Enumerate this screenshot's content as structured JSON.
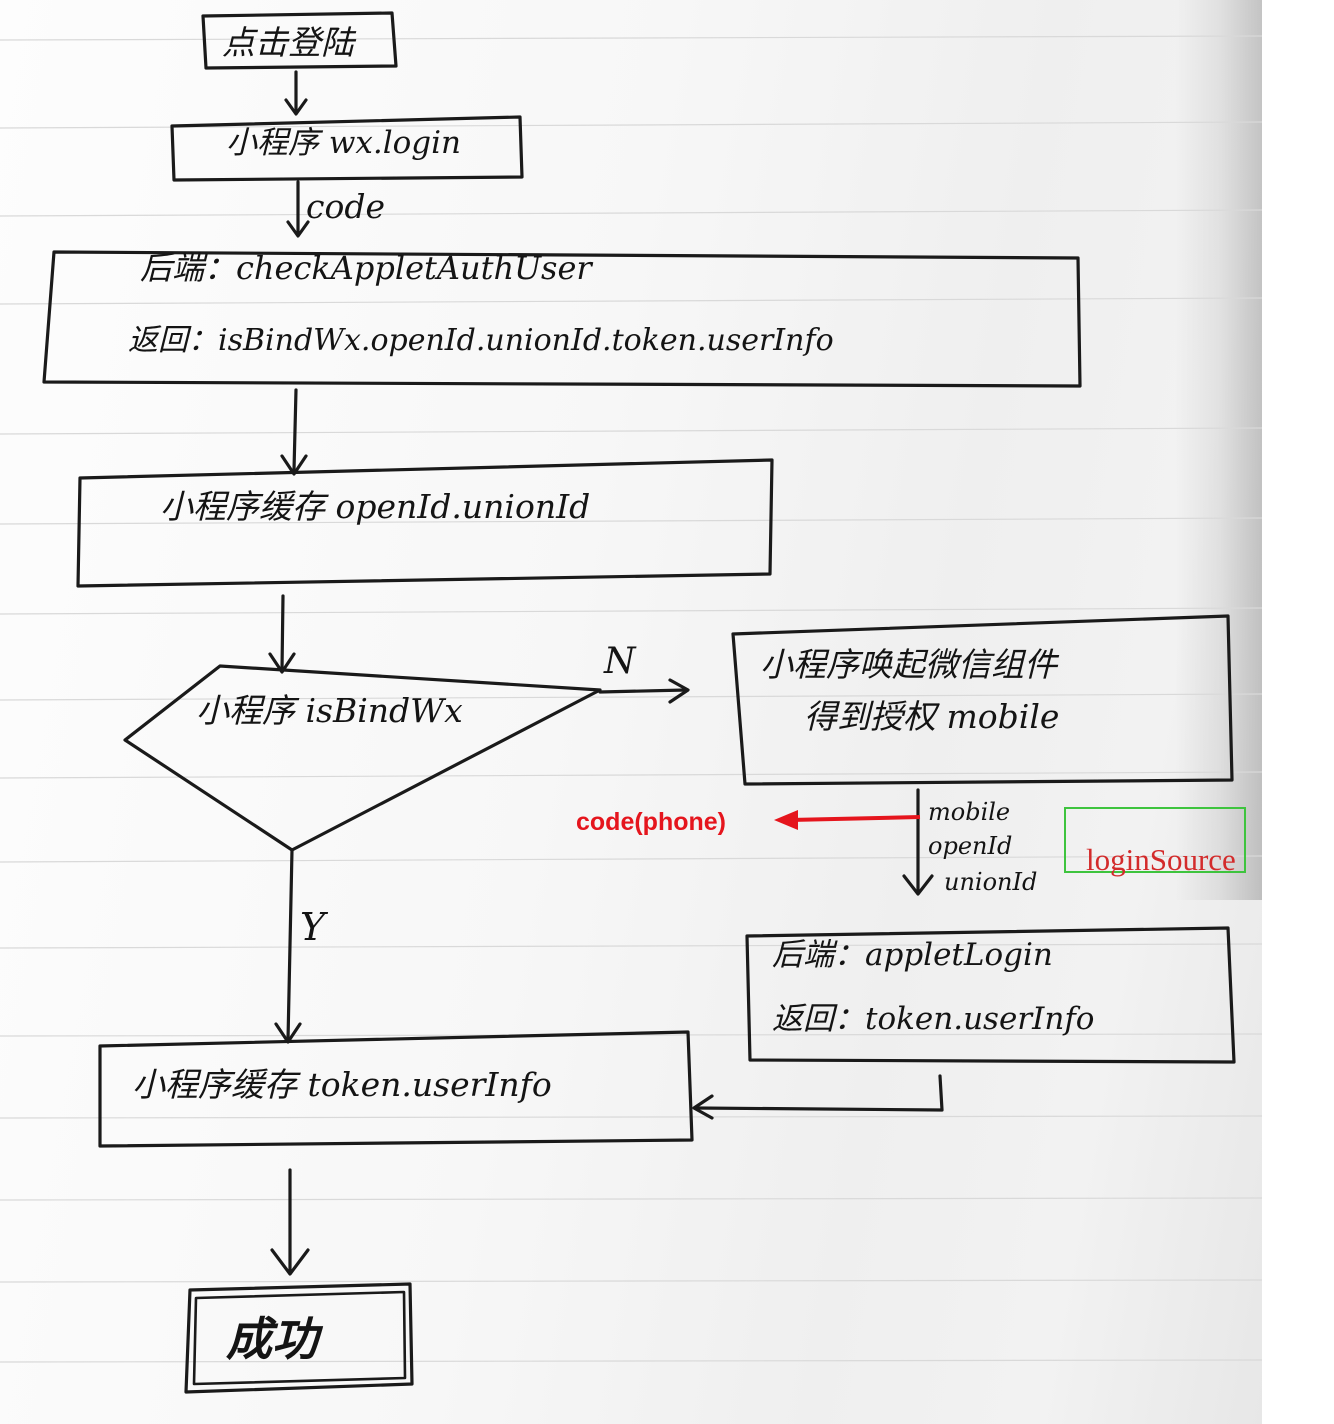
{
  "nodes": {
    "start": "点击登陆",
    "wx_login": "小程序 wx.login",
    "backend_check": {
      "line1": "后端：checkAppletAuthUser",
      "line2": "返回：isBindWx.openId.unionId.token.userInfo"
    },
    "cache_openid": "小程序缓存 openId.unionId",
    "decision": "小程序 isBindWx",
    "wechat_component": {
      "line1": "小程序唤起微信组件",
      "line2": "得到授权 mobile"
    },
    "backend_login": {
      "line1": "后端：appletLogin",
      "line2": "返回：token.userInfo"
    },
    "cache_token": "小程序缓存 token.userInfo",
    "success": "成功"
  },
  "edge_labels": {
    "code": "code",
    "no": "N",
    "yes": "Y",
    "param_mobile": "mobile",
    "param_openid": "openId",
    "param_unionid": "unionId"
  },
  "annotations": {
    "code_phone": {
      "text": "code(phone)",
      "color": "#e5151d"
    },
    "login_source": {
      "text": "loginSource",
      "box_color": "#3ec43e",
      "text_color": "#d32b2b"
    }
  }
}
